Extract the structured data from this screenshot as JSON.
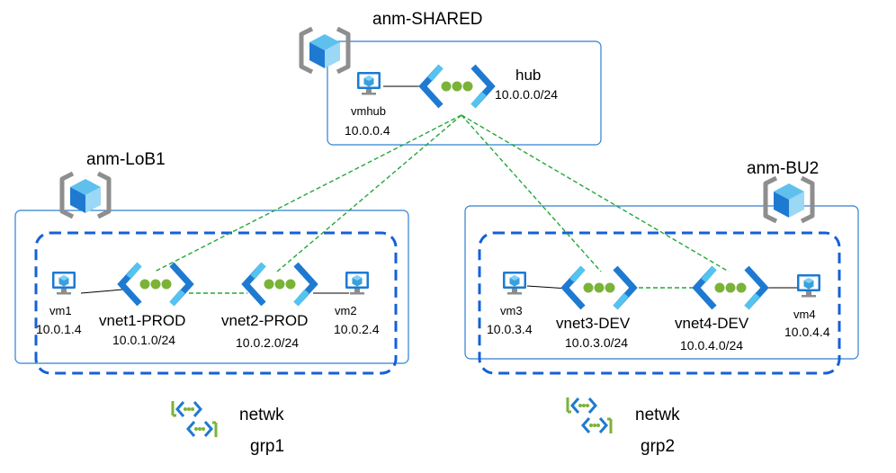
{
  "subscriptions": {
    "shared": {
      "name": "anm-SHARED"
    },
    "lob1": {
      "name": "anm-LoB1"
    },
    "bu2": {
      "name": "anm-BU2"
    }
  },
  "vnets": {
    "hub": {
      "name": "hub",
      "cidr": "10.0.0.0/24"
    },
    "vnet1": {
      "name": "vnet1-PROD",
      "cidr": "10.0.1.0/24"
    },
    "vnet2": {
      "name": "vnet2-PROD",
      "cidr": "10.0.2.0/24"
    },
    "vnet3": {
      "name": "vnet3-DEV",
      "cidr": "10.0.3.0/24"
    },
    "vnet4": {
      "name": "vnet4-DEV",
      "cidr": "10.0.4.0/24"
    }
  },
  "vms": {
    "vmhub": {
      "name": "vmhub",
      "ip": "10.0.0.4"
    },
    "vm1": {
      "name": "vm1",
      "ip": "10.0.1.4"
    },
    "vm2": {
      "name": "vm2",
      "ip": "10.0.2.4"
    },
    "vm3": {
      "name": "vm3",
      "ip": "10.0.3.4"
    },
    "vm4": {
      "name": "vm4",
      "ip": "10.0.4.4"
    }
  },
  "network_groups": {
    "grp1": {
      "line1": "netwk",
      "line2": "grp1"
    },
    "grp2": {
      "line1": "netwk",
      "line2": "grp2"
    }
  },
  "colors": {
    "box_border": "#2f7fd1",
    "group_border": "#1560d8",
    "peering": "#22a83a",
    "vnet_chevron_dark": "#1e7ad1",
    "vnet_chevron_light": "#55c3ef",
    "vnet_dot": "#7ab338",
    "subscription_grey": "#8e8e8e",
    "cube_blue": "#3aa0dc"
  }
}
